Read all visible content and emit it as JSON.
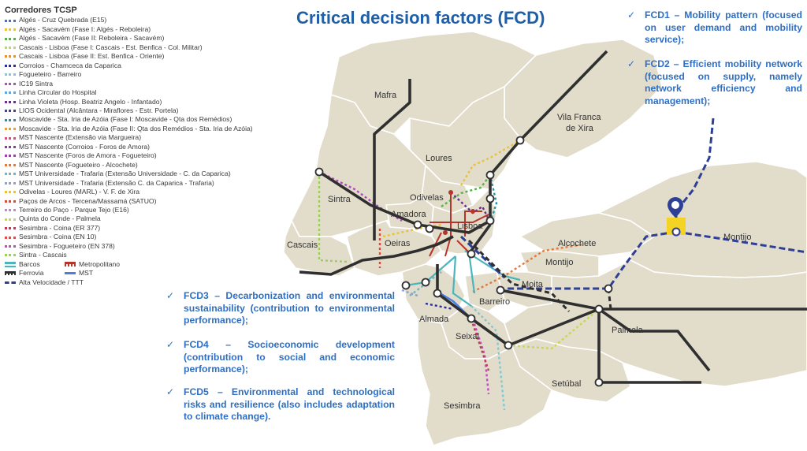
{
  "title": "Critical decision factors (FCD)",
  "legend": {
    "title": "Corredores TCSP",
    "items": [
      {
        "label": "Algés -  Cruz Quebrada (E15)",
        "color": "#3f6fd1"
      },
      {
        "label": "Algés - Sacavém (Fase I: Algés - Reboleira)",
        "color": "#e8c23a"
      },
      {
        "label": "Algés - Sacavém (Fase II: Reboleira - Sacavém)",
        "color": "#57b04a"
      },
      {
        "label": "Cascais - Lisboa (Fase I: Cascais - Est. Benfica - Col. Militar)",
        "color": "#b7d96b"
      },
      {
        "label": "Cascais - Lisboa (Fase II: Est. Benfica - Oriente)",
        "color": "#e8902a"
      },
      {
        "label": "Corroios - Chamceca da Caparica",
        "color": "#2b2f8f"
      },
      {
        "label": "Fogueteiro - Barreiro",
        "color": "#7fc8d8"
      },
      {
        "label": "IC19 Sintra",
        "color": "#b04ac0"
      },
      {
        "label": "Linha Circular do Hospital",
        "color": "#5aa9e6"
      },
      {
        "label": "Linha Violeta (Hosp. Beatriz Angelo - Infantado)",
        "color": "#6a2c8a"
      },
      {
        "label": "LIOS Ocidental (Alcântara - Miraflores - Estr. Portela)",
        "color": "#4a3b9c"
      },
      {
        "label": "Moscavide - Sta. Iria de Azóia (Fase I: Moscavide - Qta dos Remédios)",
        "color": "#2a8fa8"
      },
      {
        "label": "Moscavide - Sta. Iria de Azóia (Fase II: Qta dos Remédios - Sta. Iria de Azóia)",
        "color": "#e0a04a"
      },
      {
        "label": "MST Nascente (Extensão via Margueira)",
        "color": "#d4507a"
      },
      {
        "label": "MST Nascente (Corroios - Foros de Amora)",
        "color": "#7a3fb0"
      },
      {
        "label": "MST Nascente (Foros de Amora - Fogueteiro)",
        "color": "#a03fb0"
      },
      {
        "label": "MST Nascente (Fogueteiro - Alcochete)",
        "color": "#e27a3f"
      },
      {
        "label": "MST Universidade - Trafaria (Extensão Universidade - C. da Caparica)",
        "color": "#6fb5c9"
      },
      {
        "label": "MST Universidade - Trafaria (Extensão C. da Caparica - Trafaria)",
        "color": "#8aa0d8"
      },
      {
        "label": "Odivelas - Loures (MARL) - V. F. de Xira",
        "color": "#e8c23a"
      },
      {
        "label": "Paços de Arcos - Tercena/Massamá (SATUO)",
        "color": "#d94a3a"
      },
      {
        "label": "Terreiro do Paço - Parque Tejo (E16)",
        "color": "#b98ad8"
      },
      {
        "label": "Quinta do Conde - Palmela",
        "color": "#c8d84a"
      },
      {
        "label": "Sesimbra - Coina (ER 377)",
        "color": "#c03a5a"
      },
      {
        "label": "Sesimbra - Coina (EN 10)",
        "color": "#e04a4a"
      },
      {
        "label": "Sesimbra - Fogueteiro (EN 378)",
        "color": "#c04ac0"
      },
      {
        "label": "Sintra - Cascais",
        "color": "#9ad05a"
      }
    ],
    "modes": {
      "barcos": "Barcos",
      "metropolitano": "Metropolitano",
      "ferrovia": "Ferrovia",
      "mst": "MST",
      "alta_velocidade": "Alta Velocidade / TTT"
    }
  },
  "fcd": {
    "fcd1": "FCD1 – Mobility pattern (focused on user demand and mobility service);",
    "fcd2": "FCD2 – Efficient mobility network (focused on supply, namely network efficiency and management);",
    "fcd3": "FCD3 – Decarbonization and environmental sustainability (contribution to environmental performance);",
    "fcd4": "FCD4 – Socioeconomic development (contribution to social and economic performance);",
    "fcd5": "FCD5 – Environmental and technological risks and resilience (also includes adaptation to climate change)."
  },
  "places": {
    "mafra": "Mafra",
    "vila_franca": "Vila Franca",
    "xira": "de Xira",
    "loures": "Loures",
    "odivelas": "Odivelas",
    "sintra": "Sintra",
    "amadora": "Amadora",
    "lisboa": "Lisboa",
    "cascais": "Cascais",
    "oeiras": "Oeiras",
    "alcochete": "Alcochete",
    "montijo_north": "Montijo",
    "montijo_south": "Montijo",
    "moita": "Moita",
    "barreiro": "Barreiro",
    "almada": "Almada",
    "seixal": "Seixal",
    "palmela": "Palmela",
    "setubal": "Setúbal",
    "sesimbra": "Sesimbra"
  },
  "colors": {
    "land": "#e2dccb",
    "land_stroke": "#ffffff",
    "rail": "#2f2f2f",
    "high_speed": "#2e3f96",
    "metro": "#b5342c",
    "boats": "#4ab5bd",
    "accent": "#2e6fc4"
  }
}
